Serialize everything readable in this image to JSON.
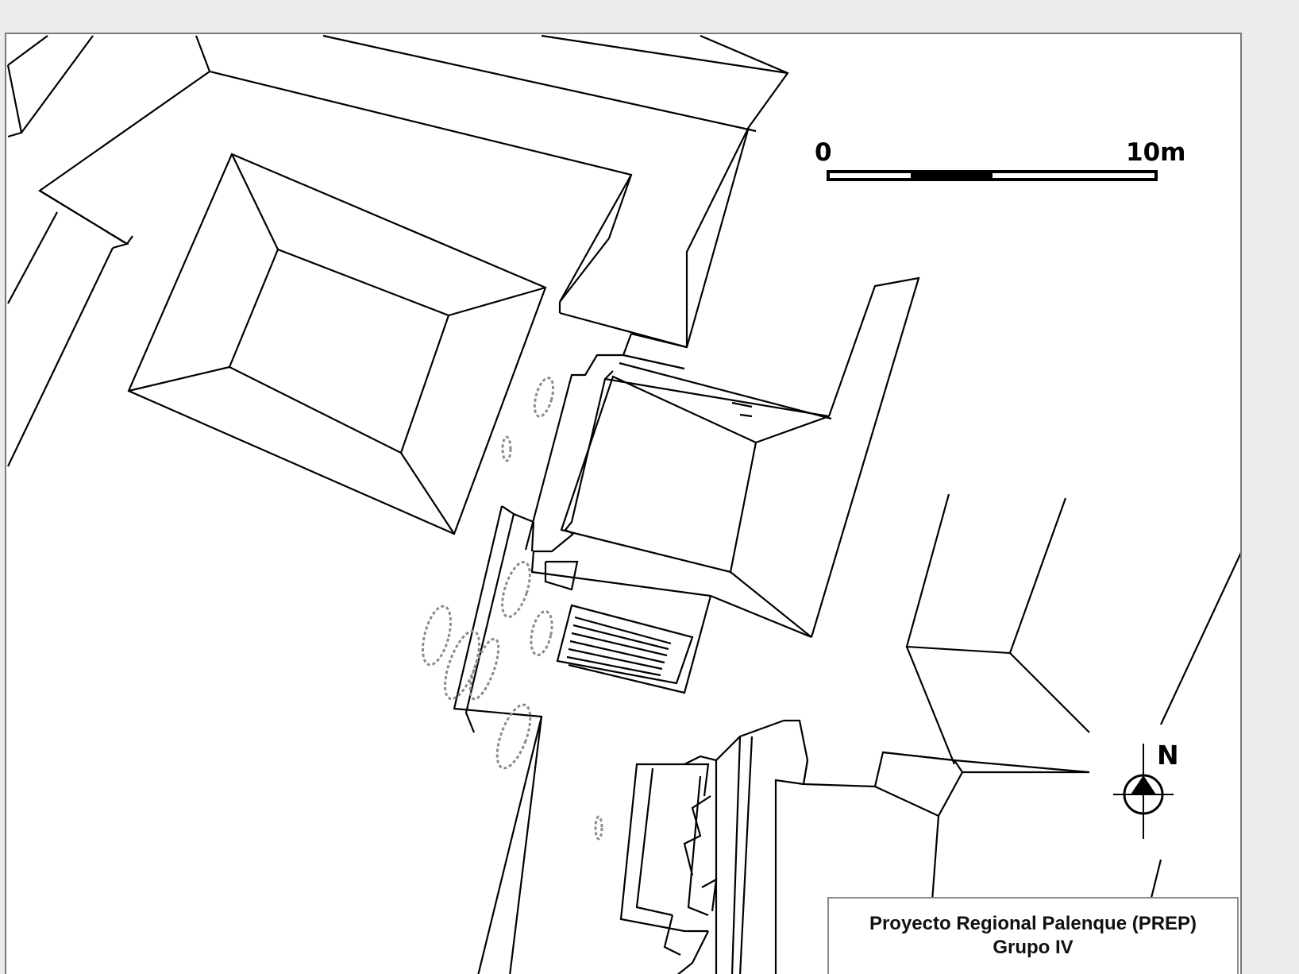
{
  "map": {
    "scale": {
      "start_label": "0",
      "end_label": "10m"
    },
    "north_label": "N",
    "title_block": {
      "line1": "Proyecto Regional Palenque (PREP)",
      "line2": "Grupo IV"
    },
    "colors": {
      "background": "#ececec",
      "paper": "#ffffff",
      "ink": "#000000",
      "burial_shading": "#8c8c8c"
    },
    "icons": [
      "north-arrow-icon",
      "scale-bar-icon"
    ]
  }
}
